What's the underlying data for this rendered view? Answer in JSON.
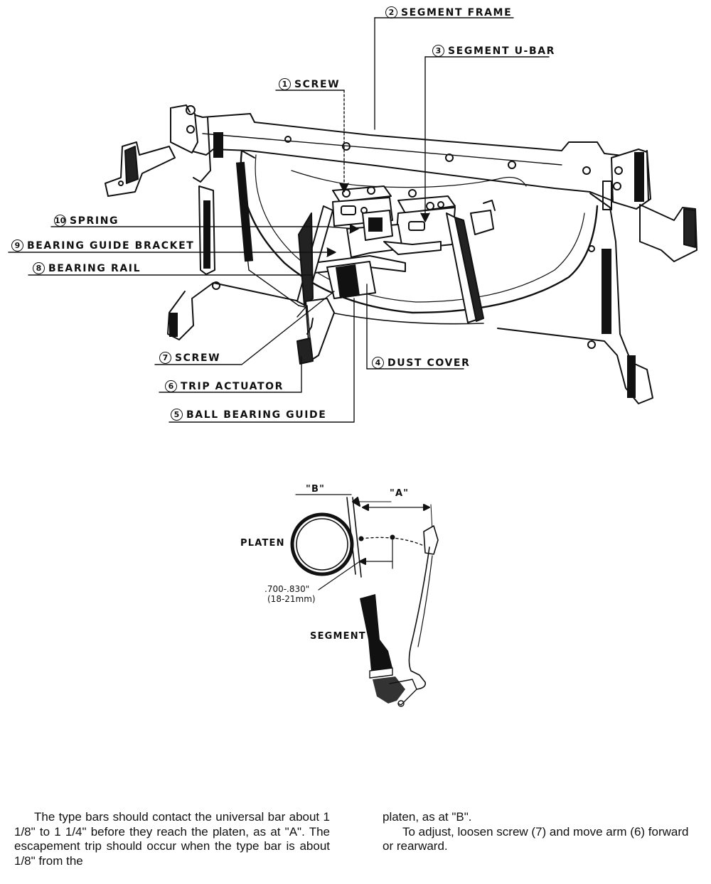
{
  "labels": [
    {
      "num": "2",
      "text": "SEGMENT FRAME"
    },
    {
      "num": "3",
      "text": "SEGMENT U-BAR"
    },
    {
      "num": "1",
      "text": "SCREW"
    },
    {
      "num": "10",
      "text": "SPRING"
    },
    {
      "num": "9",
      "text": "BEARING GUIDE BRACKET"
    },
    {
      "num": "8",
      "text": "BEARING RAIL"
    },
    {
      "num": "7",
      "text": "SCREW"
    },
    {
      "num": "4",
      "text": "DUST COVER"
    },
    {
      "num": "6",
      "text": "TRIP ACTUATOR"
    },
    {
      "num": "5",
      "text": "BALL BEARING GUIDE"
    }
  ],
  "detail": {
    "dim_b": "\"B\"",
    "dim_a": "\"A\"",
    "platen": "PLATEN",
    "measure_line1": ".700-.830\"",
    "measure_line2": "(18-21mm)",
    "segment": "SEGMENT"
  },
  "body": {
    "col1": "The type bars should contact the universal bar about 1 1/8\" to 1 1/4\" before they reach the platen, as at \"A\". The escapement trip should occur when the type bar is about 1/8\" from the",
    "col2_p1": "platen, as at \"B\".",
    "col2_p2": "To adjust, loosen screw (7) and move arm (6) forward or rearward."
  }
}
